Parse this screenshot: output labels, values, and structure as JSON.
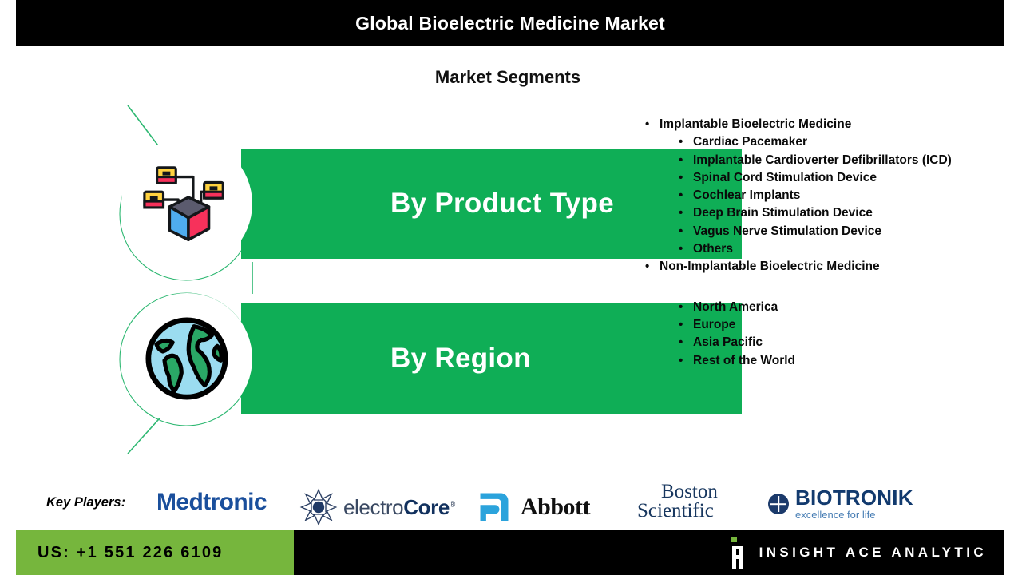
{
  "header": {
    "title": "Global Bioelectric Medicine Market"
  },
  "subtitle": "Market Segments",
  "colors": {
    "banner_green": "#0FAE56",
    "footer_green": "#76B63D",
    "header_black": "#000000",
    "spline_green": "#2EB872"
  },
  "segments": [
    {
      "id": "product",
      "label": "By Product Type",
      "icon": "network-cube-icon"
    },
    {
      "id": "region",
      "label": "By Region",
      "icon": "globe-icon"
    }
  ],
  "product_list": [
    {
      "level": 1,
      "text": "Implantable Bioelectric Medicine"
    },
    {
      "level": 2,
      "text": "Cardiac Pacemaker"
    },
    {
      "level": 2,
      "text": "Implantable Cardioverter Defibrillators (ICD)"
    },
    {
      "level": 2,
      "text": "Spinal Cord Stimulation Device"
    },
    {
      "level": 2,
      "text": "Cochlear Implants"
    },
    {
      "level": 2,
      "text": "Deep Brain Stimulation Device"
    },
    {
      "level": 2,
      "text": "Vagus Nerve Stimulation Device"
    },
    {
      "level": 2,
      "text": "Others"
    },
    {
      "level": 1,
      "text": "Non-Implantable Bioelectric Medicine"
    }
  ],
  "region_list": [
    {
      "level": 2,
      "text": "North America"
    },
    {
      "level": 2,
      "text": "Europe"
    },
    {
      "level": 2,
      "text": "Asia Pacific"
    },
    {
      "level": 2,
      "text": "Rest of the World"
    }
  ],
  "bullet_glyph": "•",
  "key_players": {
    "label": "Key Players:",
    "logos": [
      {
        "id": "medtronic",
        "text": "Medtronic"
      },
      {
        "id": "electrocore",
        "text_light": "electro",
        "text_bold": "Core",
        "registered": "®"
      },
      {
        "id": "abbott",
        "text": "Abbott"
      },
      {
        "id": "boston-scientific",
        "line1": "Boston",
        "line2": "Scientific"
      },
      {
        "id": "biotronik",
        "name": "BIOTRONIK",
        "tagline": "excellence for life"
      }
    ]
  },
  "footer": {
    "phone": "US: +1 551 226 6109",
    "brand": "INSIGHT ACE ANALYTIC"
  }
}
